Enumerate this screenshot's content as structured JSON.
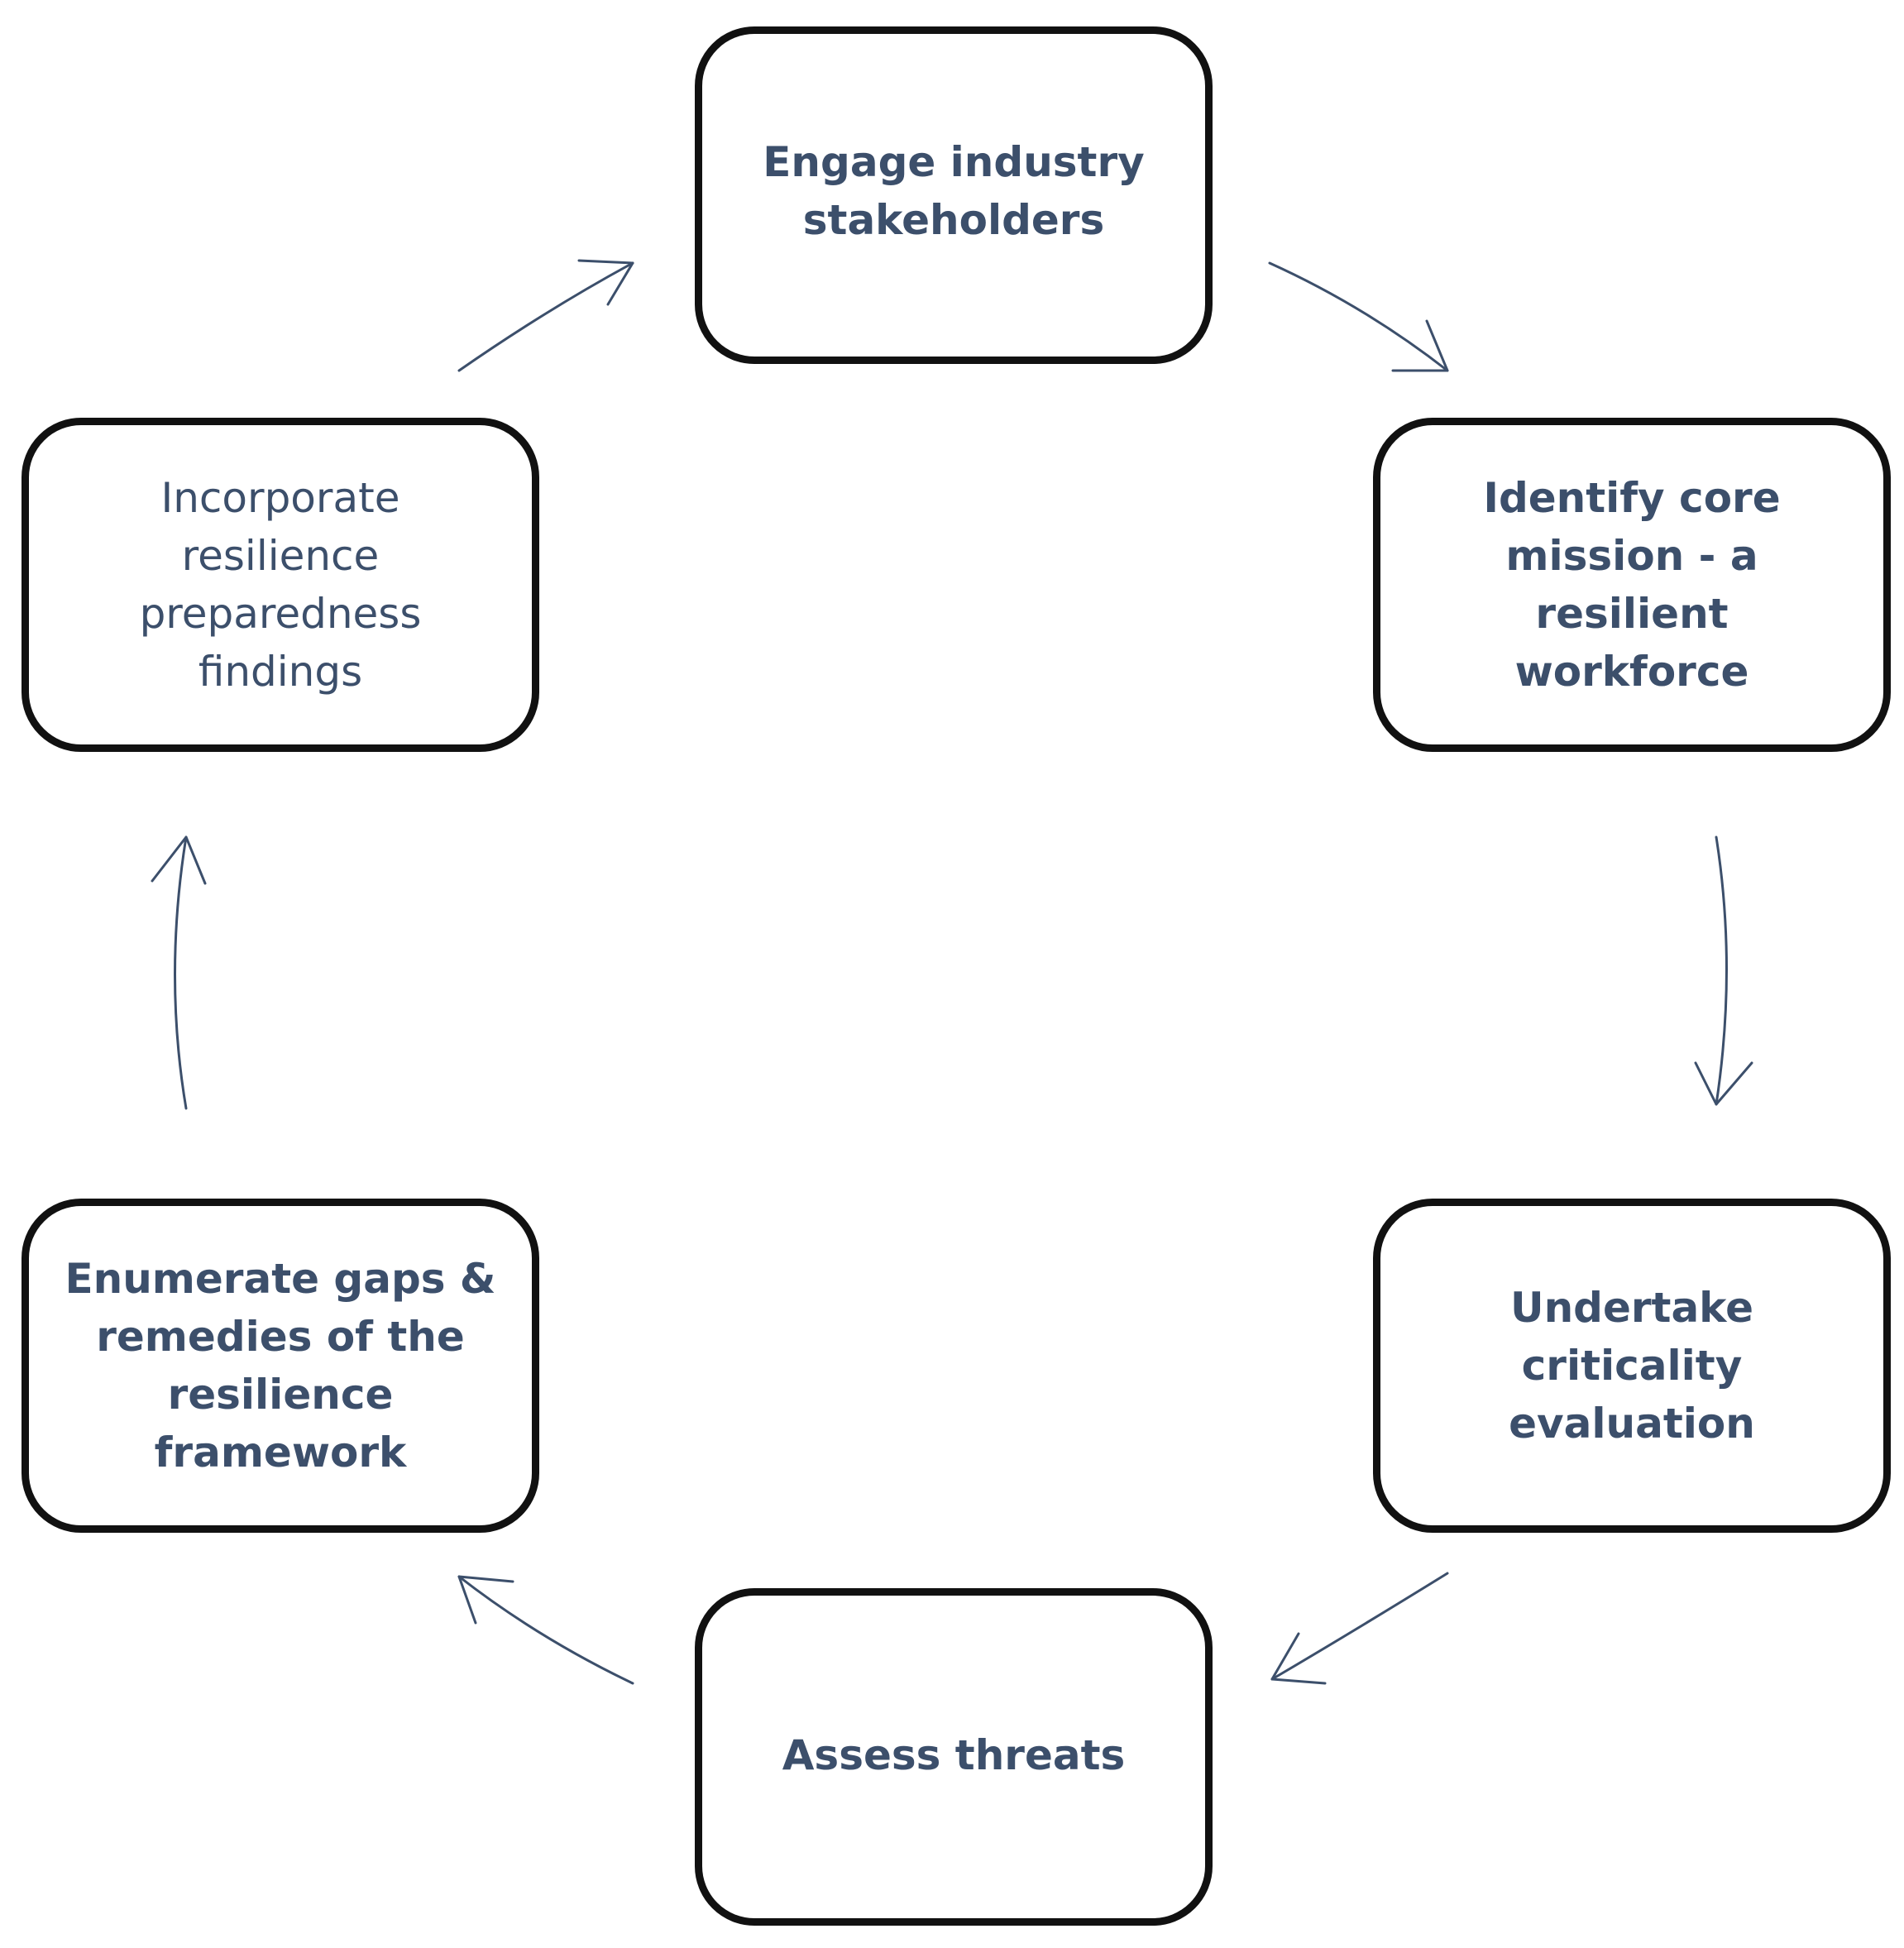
{
  "diagram": {
    "type": "cycle",
    "stroke_color": "#3c4f6b",
    "box_border_color": "#111111",
    "stages": [
      {
        "id": "engage",
        "label": "Engage industry\nstakeholders",
        "weight": "bold"
      },
      {
        "id": "identify",
        "label": "Identify core\nmission - a  resilient\nworkforce",
        "weight": "bold"
      },
      {
        "id": "undertake",
        "label": "Undertake\ncriticality\nevaluation",
        "weight": "bold"
      },
      {
        "id": "assess",
        "label": "Assess threats",
        "weight": "bold"
      },
      {
        "id": "enumerate",
        "label": "Enumerate gaps &\nremedies of the\nresilience\nframework",
        "weight": "bold"
      },
      {
        "id": "incorporate",
        "label": "Incorporate\nresilience\npreparedness\nfindings",
        "weight": "regular"
      }
    ],
    "flow": [
      {
        "from": "engage",
        "to": "identify"
      },
      {
        "from": "identify",
        "to": "undertake"
      },
      {
        "from": "undertake",
        "to": "assess"
      },
      {
        "from": "assess",
        "to": "enumerate"
      },
      {
        "from": "enumerate",
        "to": "incorporate"
      },
      {
        "from": "incorporate",
        "to": "engage"
      }
    ]
  }
}
